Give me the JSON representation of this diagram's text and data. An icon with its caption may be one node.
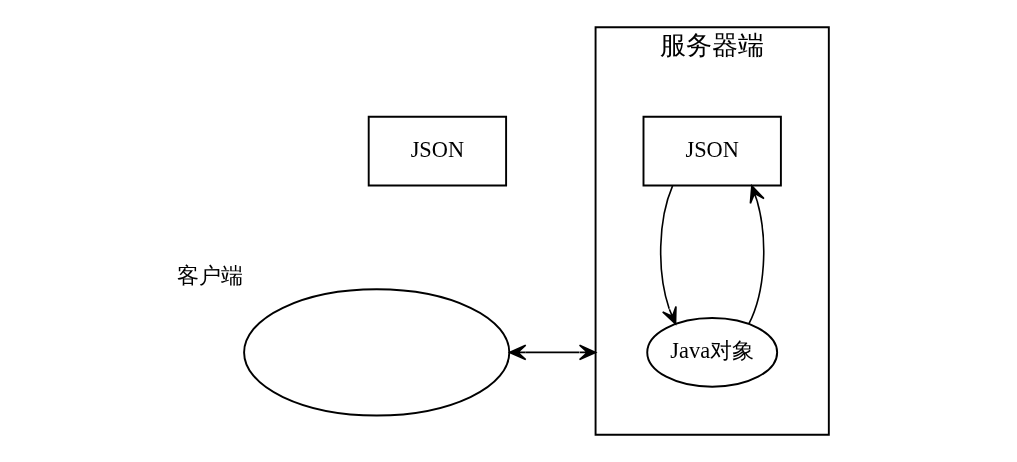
{
  "diagram": {
    "nodes": [
      {
        "text": [
          "客户端"
        ]
      },
      {
        "text": [
          "JSON"
        ]
      },
      {
        "text": [
          "服务器端"
        ]
      },
      {
        "text": [
          "JSON"
        ],
        "in": 2
      },
      {
        "text": [
          "Java对象"
        ],
        "in": 2
      }
    ],
    "edges": [
      {
        "from": 0,
        "to": 2,
        "arrow": "both"
      },
      {
        "from": 3,
        "to": 4,
        "arrow": "to"
      },
      {
        "from": 4,
        "to": 3,
        "arrow": "to"
      }
    ]
  }
}
